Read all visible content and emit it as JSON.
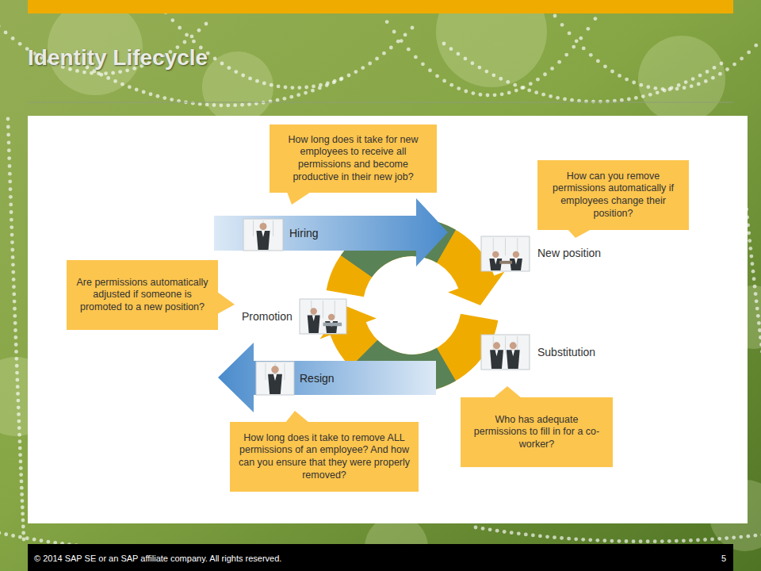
{
  "diagram": {
    "title": "Identity Lifecycle",
    "nodes": [
      {
        "text": [
          "How long does it take for new employees to receive all permissions and become productive in their new job?"
        ]
      },
      {
        "text": [
          "How can you remove permissions automatically if employees change their position?"
        ]
      },
      {
        "text": [
          "Hiring"
        ]
      },
      {
        "text": [
          "Are permissions automatically adjusted if someone is promoted to a new position?"
        ]
      },
      {
        "text": [
          "Resign"
        ]
      },
      {
        "text": [
          "Who has adequate permissions to fill in for a co-worker?"
        ]
      },
      {
        "text": [
          "How long does it take to remove ALL permissions of an employee? And how can you ensure that they were properly removed?"
        ]
      }
    ],
    "labels": [
      "New position",
      "Promotion",
      "Substitution",
      "© 2014 SAP SE or an SAP affiliate company. All rights reserved.",
      "5"
    ]
  }
}
